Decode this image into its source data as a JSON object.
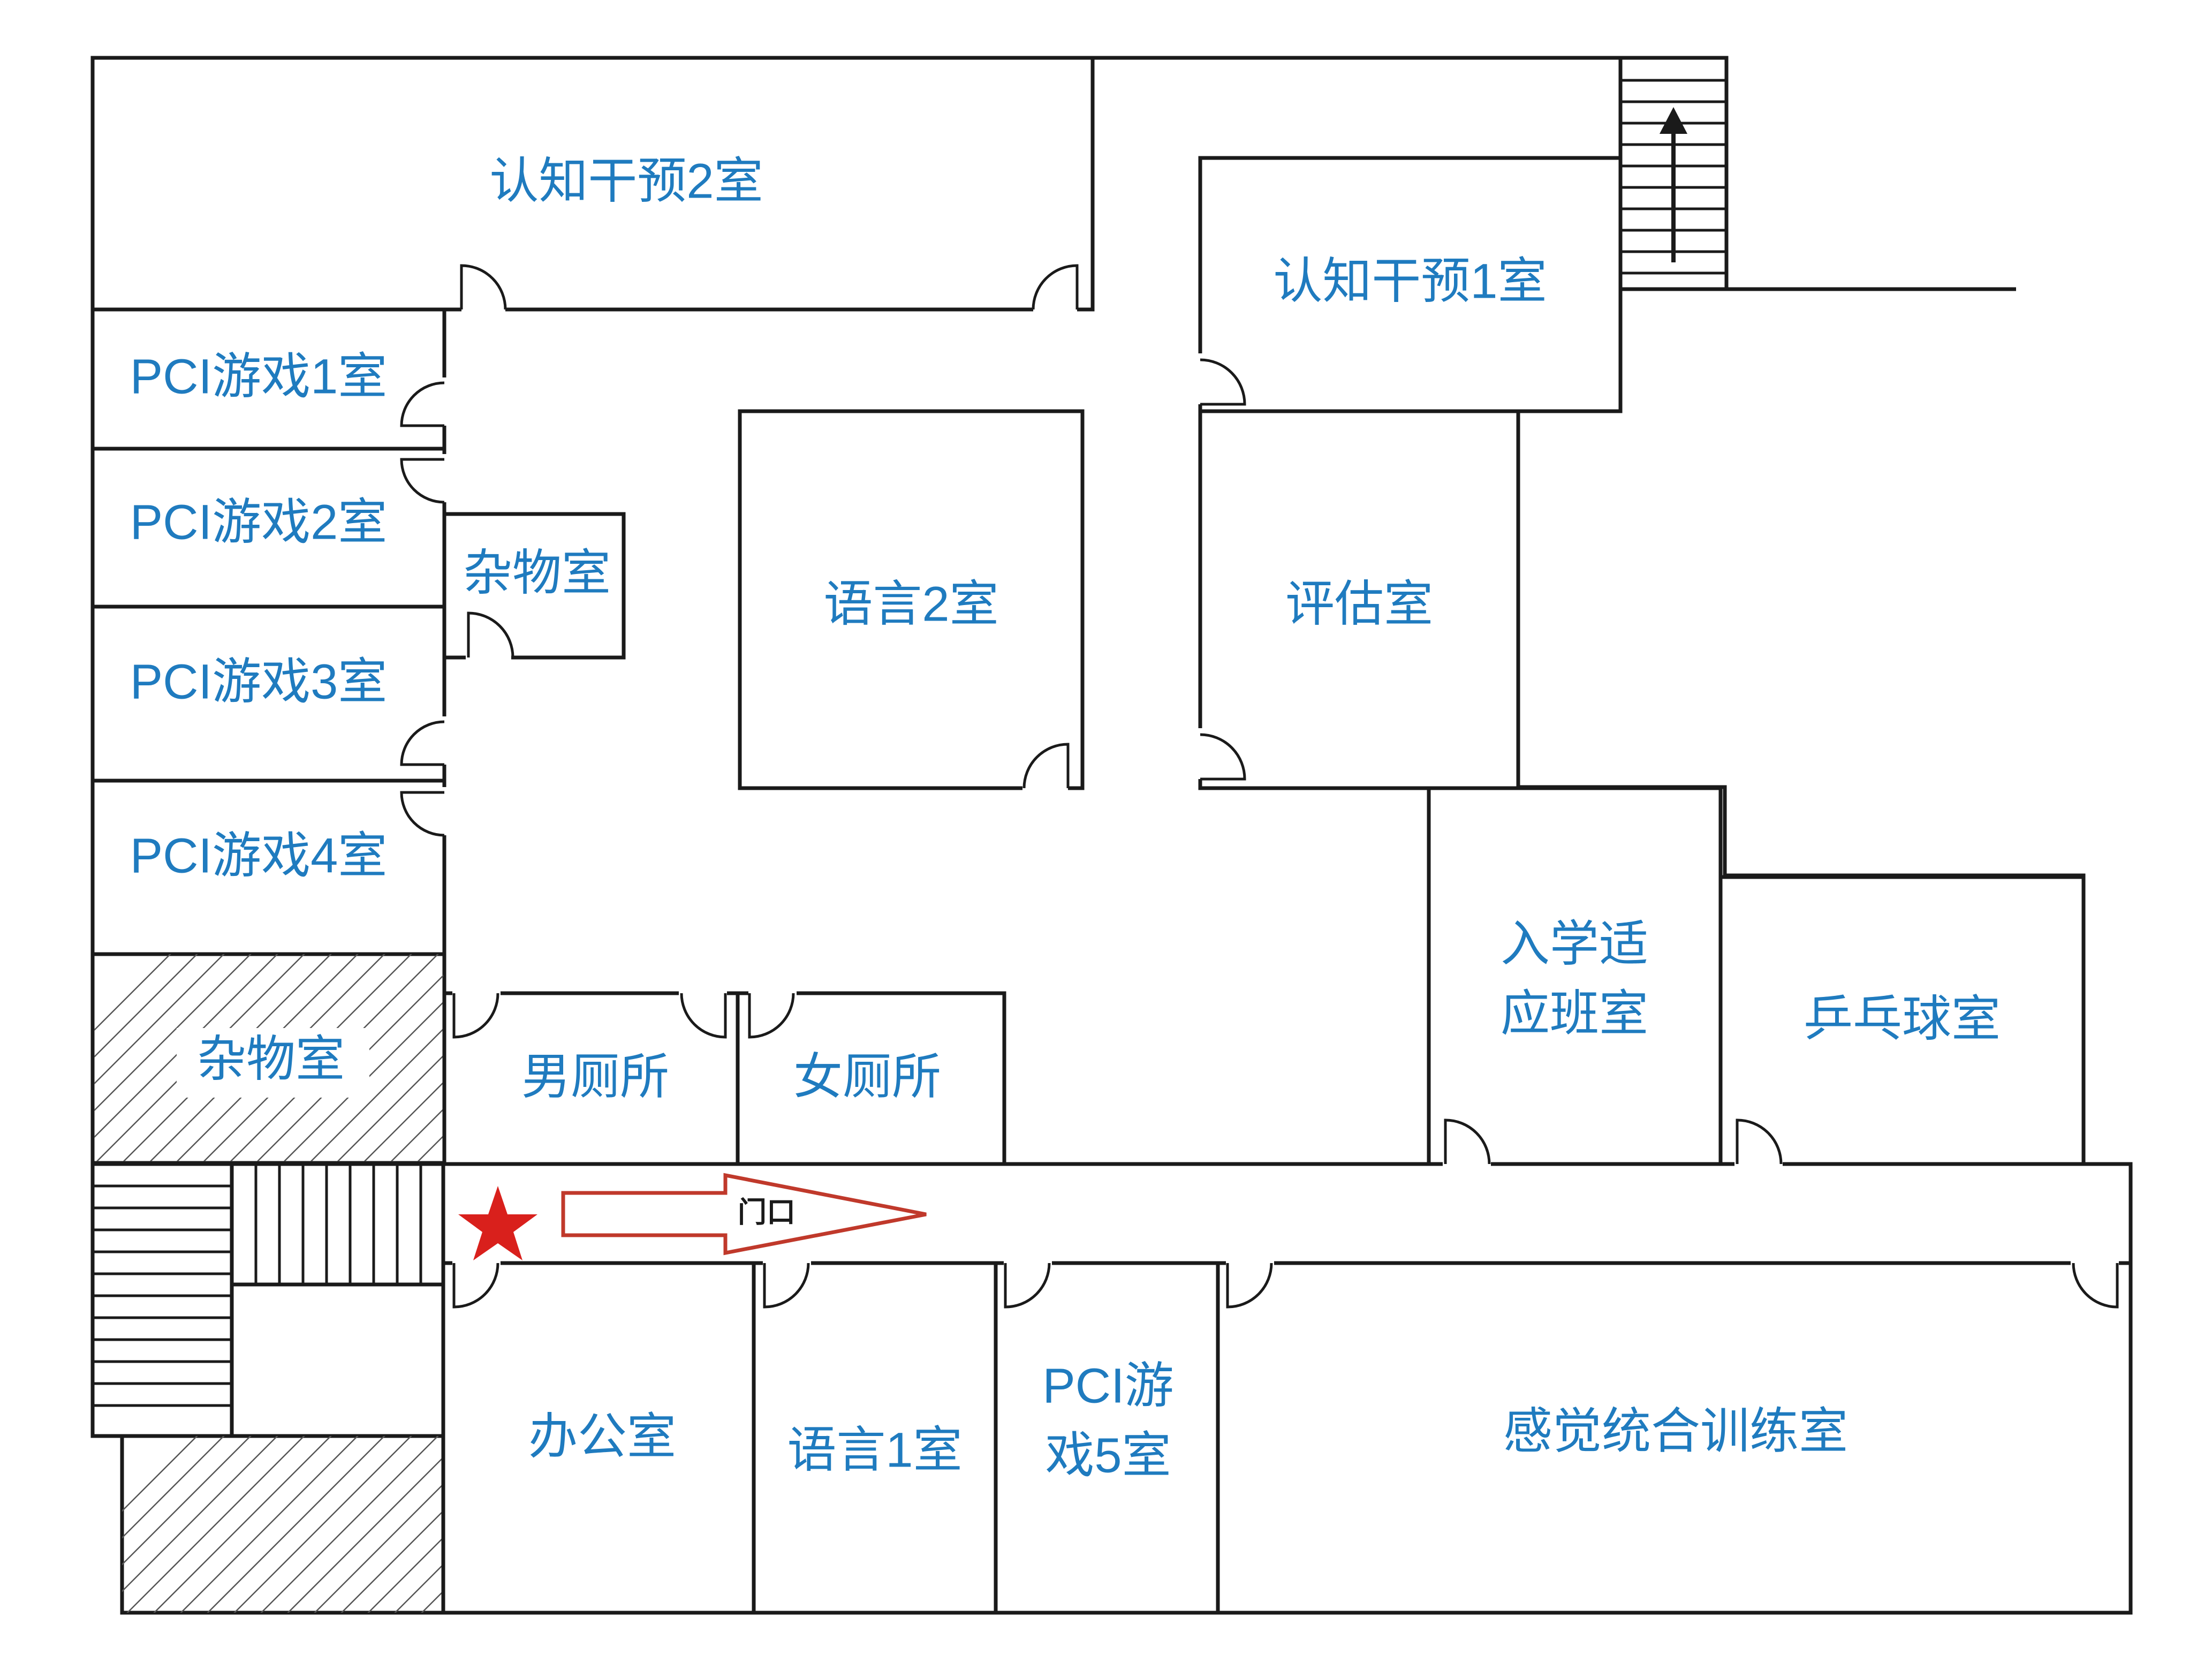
{
  "colors": {
    "label": "#1f7bbf",
    "wall": "#1a1a1a",
    "star": "#d9201c",
    "arrow": "#c0392b"
  },
  "rooms": {
    "cognitive2": "认知干预2室",
    "cognitive1": "认知干预1室",
    "pci1": "PCI游戏1室",
    "pci2": "PCI游戏2室",
    "pci3": "PCI游戏3室",
    "pci4": "PCI游戏4室",
    "storage_small": "杂物室",
    "storage_large": "杂物室",
    "language2": "语言2室",
    "assessment": "评估室",
    "adaptation_line1": "入学适",
    "adaptation_line2": "应班室",
    "pingpong": "乒乓球室",
    "mens_toilet": "男厕所",
    "womens_toilet": "女厕所",
    "office": "办公室",
    "language1": "语言1室",
    "pci5_line1": "PCI游",
    "pci5_line2": "戏5室",
    "sensory": "感觉统合训练室"
  },
  "entrance": {
    "label": "门口",
    "marker": "star-icon"
  }
}
